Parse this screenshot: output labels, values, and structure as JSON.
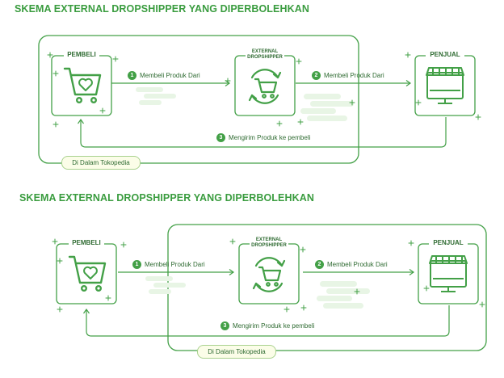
{
  "diagrams": [
    {
      "title": "SKEMA EXTERNAL DROPSHIPPER YANG DIPERBOLEHKAN",
      "nodes": {
        "buyer": {
          "label": "PEMBELI",
          "icon": "shopping-cart-heart-icon"
        },
        "dropshipper": {
          "label": "EXTERNAL DROPSHIPPER",
          "icon": "cart-cycle-icon"
        },
        "seller": {
          "label": "PENJUAL",
          "icon": "storefront-monitor-icon"
        }
      },
      "steps": [
        {
          "number": "1",
          "text": "Membeli Produk Dari"
        },
        {
          "number": "2",
          "text": "Membeli Produk Dari"
        },
        {
          "number": "3",
          "text": "Mengirim Produk ke pembeli"
        }
      ],
      "region_label": "Di Dalam Tokopedia"
    },
    {
      "title": "SKEMA EXTERNAL DROPSHIPPER YANG DIPERBOLEHKAN",
      "nodes": {
        "buyer": {
          "label": "PEMBELI",
          "icon": "shopping-cart-heart-icon"
        },
        "dropshipper": {
          "label": "EXTERNAL DROPSHIPPER",
          "icon": "cart-cycle-icon"
        },
        "seller": {
          "label": "PENJUAL",
          "icon": "storefront-monitor-icon"
        }
      },
      "steps": [
        {
          "number": "1",
          "text": "Membeli Produk Dari"
        },
        {
          "number": "2",
          "text": "Membeli Produk Dari"
        },
        {
          "number": "3",
          "text": "Mengirim Produk ke pembeli"
        }
      ],
      "region_label": "Di Dalam Tokopedia"
    }
  ],
  "colors": {
    "accent": "#43a047",
    "text": "#2f6b32",
    "region_fill": "#fbfde8",
    "cloud": "#e8f5e5"
  }
}
